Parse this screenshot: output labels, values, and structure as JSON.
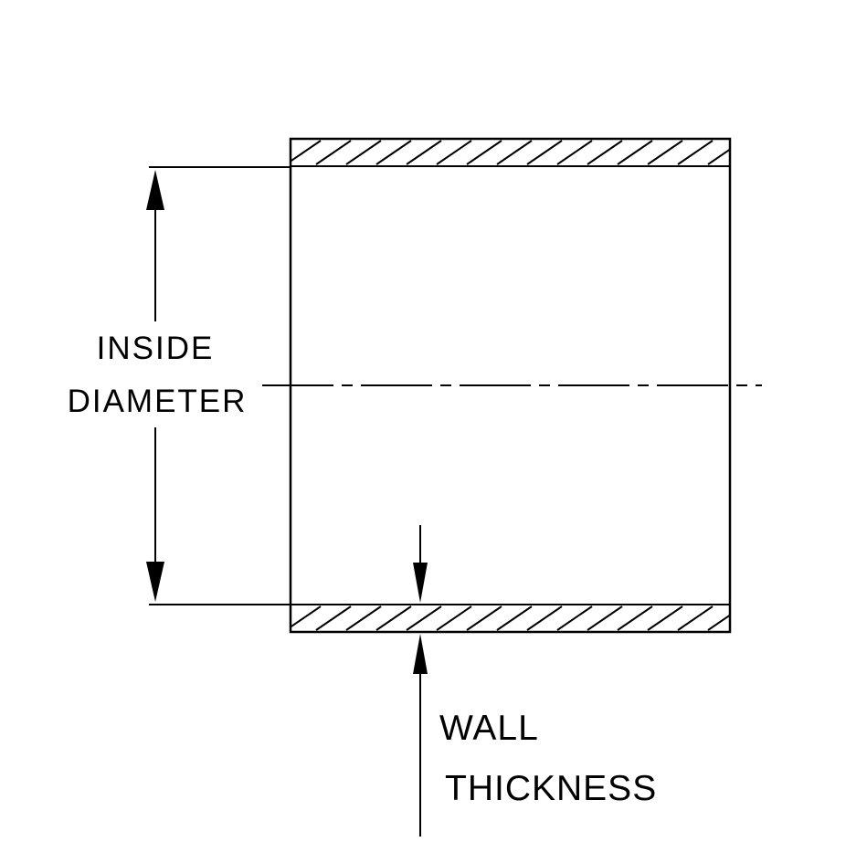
{
  "labels": {
    "inside_diameter_line1": "INSIDE",
    "inside_diameter_line2": "DIAMETER",
    "wall_thickness_line1": "WALL",
    "wall_thickness_line2": "THICKNESS"
  },
  "colors": {
    "ink": "#000000",
    "paper": "#ffffff"
  }
}
